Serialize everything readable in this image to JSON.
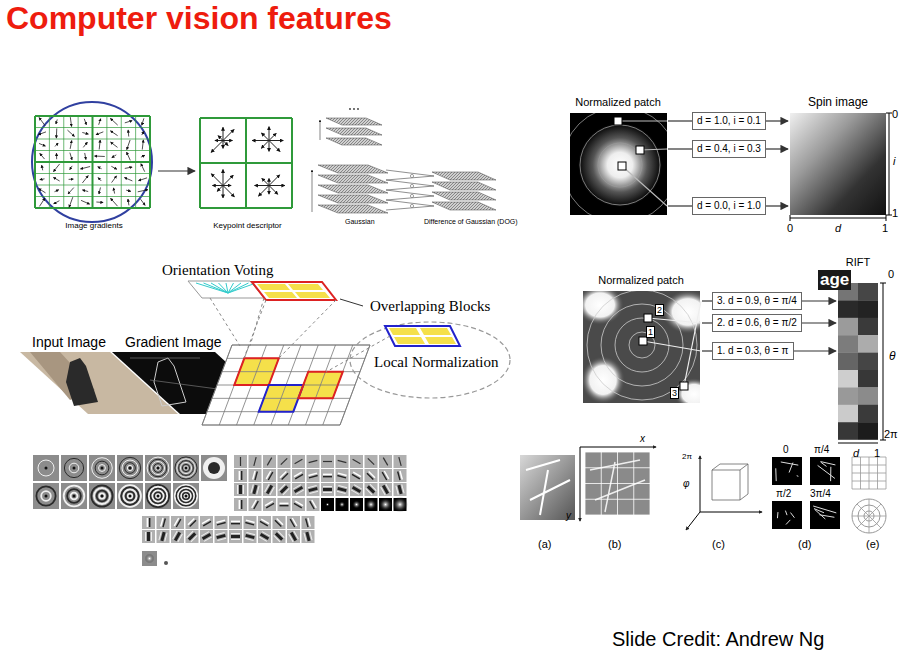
{
  "diagram": {
    "title": "Computer vision features",
    "nodes": [
      {
        "text": [
          "Image gradients"
        ]
      },
      {
        "text": [
          "Keypoint descriptor"
        ]
      },
      {
        "text": [
          "Normalized patch"
        ]
      },
      {
        "text": [
          "d = 1.0, i = 0.1"
        ]
      },
      {
        "text": [
          "d = 0.4, i = 0.3"
        ]
      },
      {
        "text": [
          "d = 0.0, i = 1.0"
        ]
      },
      {
        "text": [
          "Spin image"
        ]
      },
      {
        "text": [
          "Normalized patch"
        ]
      },
      {
        "text": [
          "3. d = 0.9, θ = π/4"
        ]
      },
      {
        "text": [
          "2. d = 0.6, θ = π/2"
        ]
      },
      {
        "text": [
          "1. d = 0.3, θ = π"
        ]
      },
      {
        "text": [
          "RIFT"
        ]
      }
    ],
    "edges": [
      {
        "from": 0,
        "to": 1,
        "arrow": "to"
      },
      {
        "from": 2,
        "to": 3,
        "arrow": "none"
      },
      {
        "from": 2,
        "to": 4,
        "arrow": "none"
      },
      {
        "from": 2,
        "to": 5,
        "arrow": "none"
      },
      {
        "from": 3,
        "to": 6,
        "arrow": "to"
      },
      {
        "from": 4,
        "to": 6,
        "arrow": "to"
      },
      {
        "from": 5,
        "to": 6,
        "arrow": "to"
      },
      {
        "from": 7,
        "to": 8,
        "arrow": "none"
      },
      {
        "from": 7,
        "to": 9,
        "arrow": "none"
      },
      {
        "from": 7,
        "to": 10,
        "arrow": "none"
      },
      {
        "from": 8,
        "to": 11,
        "arrow": "to"
      },
      {
        "from": 9,
        "to": 11,
        "arrow": "to"
      },
      {
        "from": 10,
        "to": 11,
        "arrow": "to"
      }
    ],
    "labels": [
      "Gaussian",
      "Difference of Gaussian (DOG)",
      "0",
      "i",
      "1",
      "0",
      "d",
      "1",
      "Orientation Voting",
      "Overlapping Blocks",
      "Local Normalization",
      "Input Image",
      "Gradient Image",
      "age",
      "2",
      "1",
      "3",
      "0",
      "θ",
      "2π",
      "d",
      "1",
      "x",
      "y",
      "2π",
      "φ",
      "0",
      "π/4",
      "π/2",
      "3π/4",
      "(a)",
      "(b)",
      "(c)",
      "(d)",
      "(e)",
      "Slide Credit: Andrew Ng"
    ]
  }
}
